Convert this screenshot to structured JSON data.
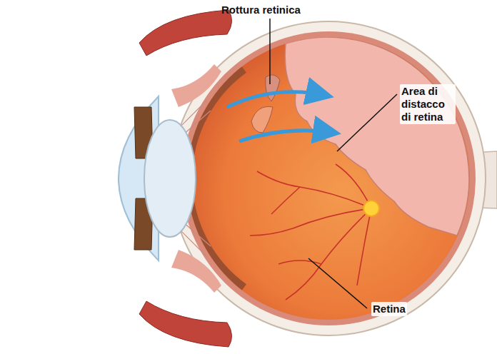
{
  "diagram": {
    "labels": [
      "Rottura retinica",
      "Area di distacco di retina",
      "Retina"
    ]
  }
}
